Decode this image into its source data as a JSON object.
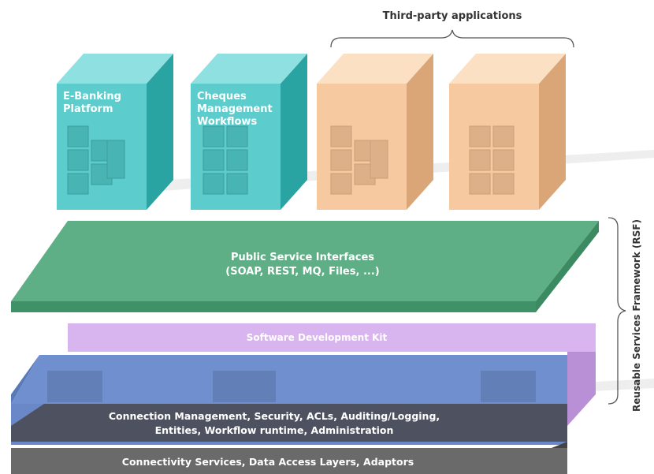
{
  "top_label": "Third-party applications",
  "side_label": "Reusable Services Framework (RSF)",
  "blocks": [
    {
      "line1": "E-Banking",
      "line2": "Platform",
      "line3": "",
      "kind": "internal"
    },
    {
      "line1": "Cheques",
      "line2": "Management",
      "line3": "Workflows",
      "kind": "internal"
    },
    {
      "line1": "",
      "line2": "",
      "line3": "",
      "kind": "third-party"
    },
    {
      "line1": "",
      "line2": "",
      "line3": "",
      "kind": "third-party"
    }
  ],
  "layers": {
    "public_interfaces": {
      "line1": "Public Service Interfaces",
      "line2": "(SOAP, REST, MQ, Files, ...)"
    },
    "sdk": {
      "line1": "Software Development Kit"
    },
    "core": {
      "line1": "Connection Management, Security, ACLs, Auditing/Logging,",
      "line2": "Entities, Workflow runtime, Administration"
    },
    "connectivity": {
      "line1": "Connectivity Services, Data Access Layers, Adaptors"
    }
  },
  "colors": {
    "internal_front": "#5ccccc",
    "third_party_front": "#f6c9a0",
    "public_interfaces": "#5eaf86",
    "sdk": "#d9b5f0",
    "core_blue": "#6f8fce",
    "core_dark": "#4e5260",
    "connectivity": "#6a6a6a"
  }
}
